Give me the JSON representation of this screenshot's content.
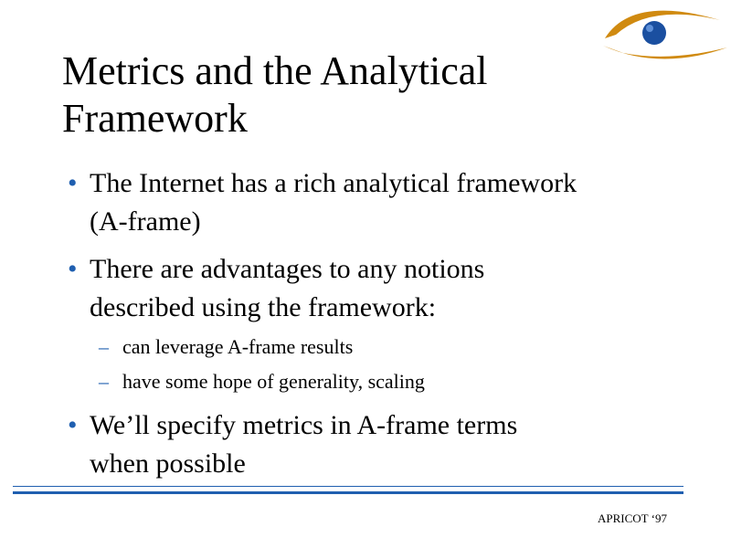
{
  "colors": {
    "accent": "#1f5fb0",
    "logo_swoosh": "#d08a10",
    "logo_dot": "#1a4fa0"
  },
  "title": {
    "line1": "Metrics and the Analytical",
    "line2": "Framework"
  },
  "bullets": [
    {
      "marker": "•",
      "lines": [
        "The Internet has a rich analytical framework",
        "(A-frame)"
      ]
    },
    {
      "marker": "•",
      "lines": [
        "There are advantages to any notions",
        "described using the framework:"
      ],
      "sub": [
        {
          "marker": "–",
          "text": "can leverage A-frame results"
        },
        {
          "marker": "–",
          "text": "have some hope of generality, scaling"
        }
      ]
    },
    {
      "marker": "•",
      "lines": [
        "We’ll specify metrics in A-frame terms",
        "when possible"
      ]
    }
  ],
  "footer": {
    "text": "APRICOT ‘97"
  }
}
